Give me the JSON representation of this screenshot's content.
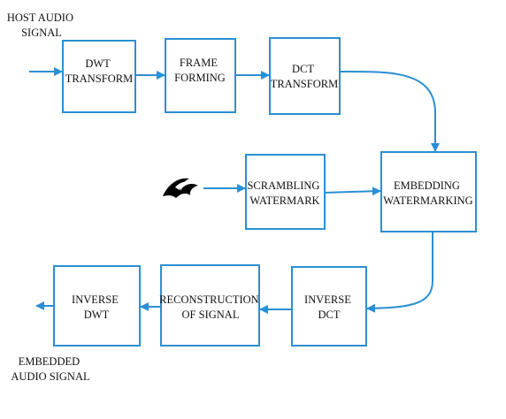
{
  "diagram": {
    "input_label": [
      "HOST AUDIO",
      "SIGNAL"
    ],
    "output_label": [
      "EMBEDDED",
      "AUDIO SIGNAL"
    ],
    "watermark_image": "watermark-logo",
    "blocks": {
      "dwt": [
        "DWT",
        "TRANSFORM"
      ],
      "frame": [
        "FRAME",
        "FORMING"
      ],
      "dct": [
        "DCT",
        "TRANSFORM"
      ],
      "scramble": [
        "SCRAMBLING",
        "WATERMARK"
      ],
      "embed": [
        "EMBEDDING",
        "WATERMARKING"
      ],
      "idct": [
        "INVERSE",
        "DCT"
      ],
      "recon": [
        "RECONSTRUCTION",
        "OF SIGNAL"
      ],
      "idwt": [
        "INVERSE",
        "DWT"
      ]
    },
    "colors": {
      "stroke": "#2b8fd3",
      "text": "#111111",
      "logo": "#000000"
    }
  }
}
